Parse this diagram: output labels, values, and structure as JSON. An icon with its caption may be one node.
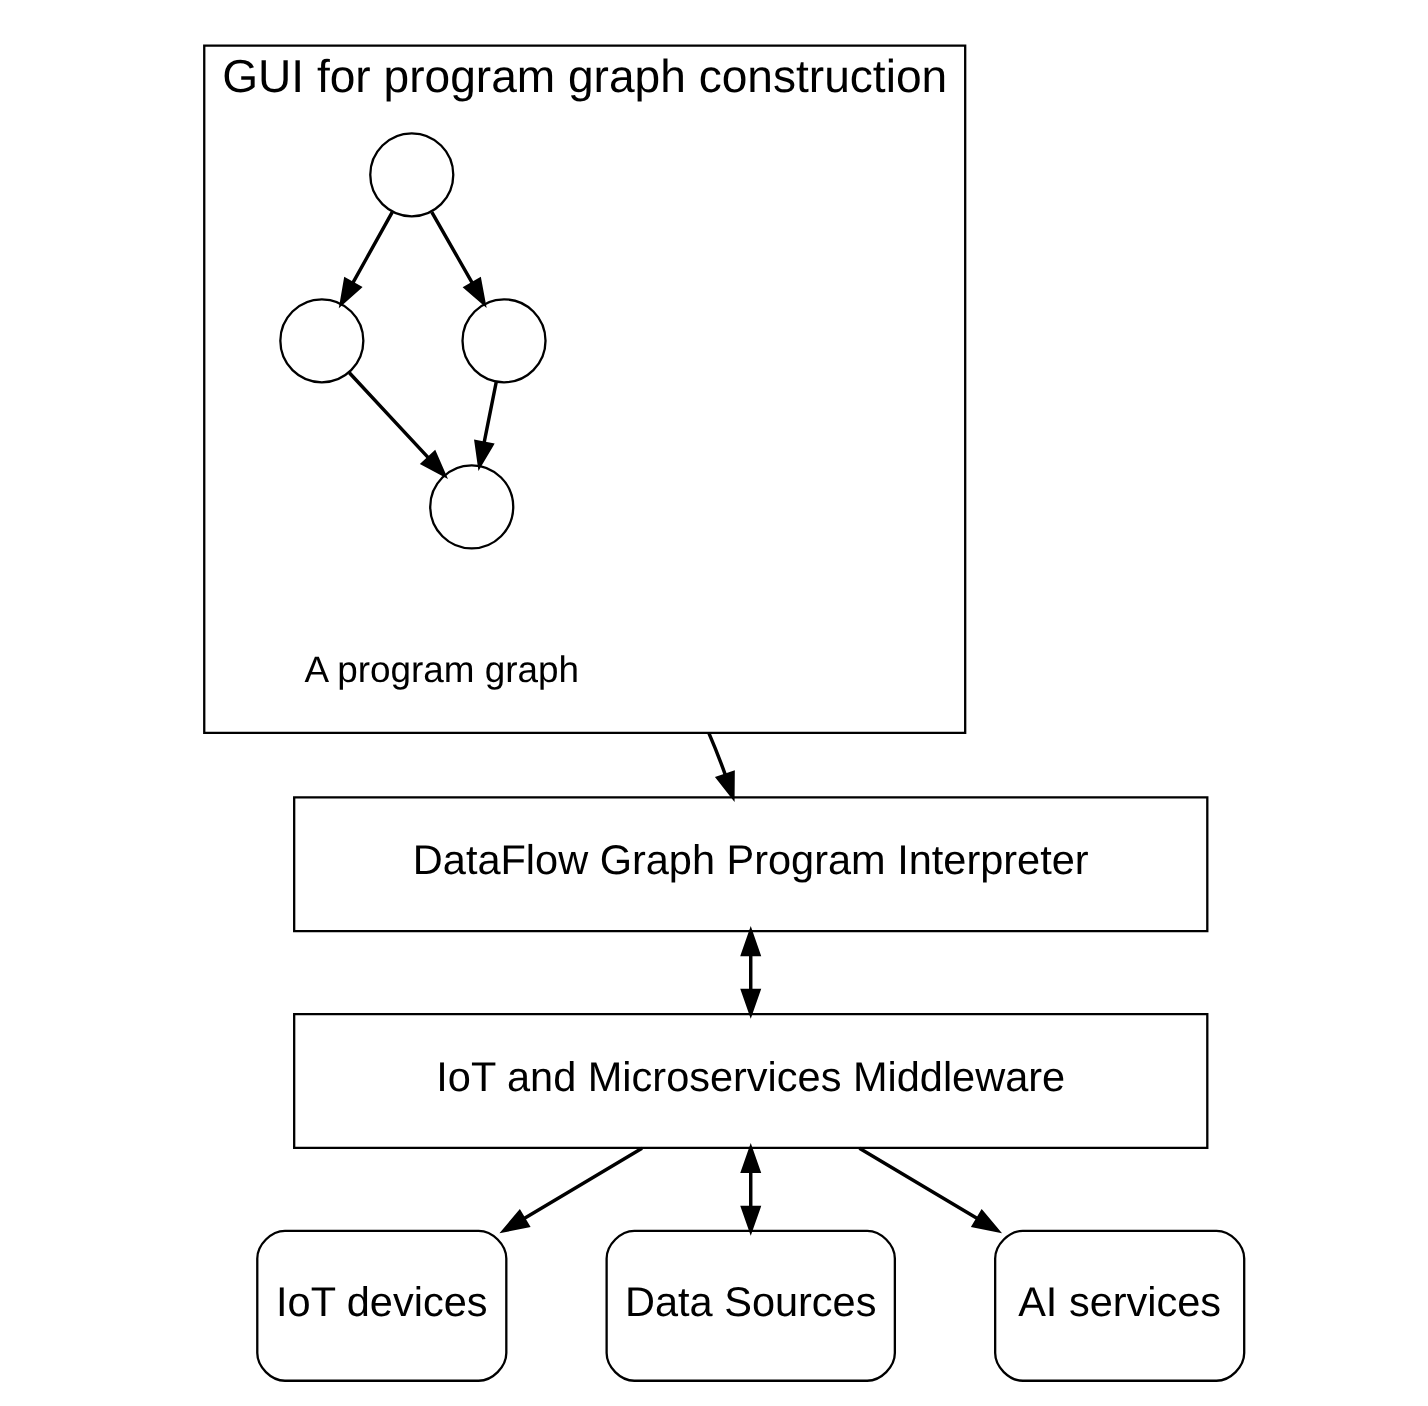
{
  "diagram": {
    "nodes": [
      {
        "text": [
          "GUI for program graph construction"
        ]
      },
      {
        "text": [],
        "shape": "circle",
        "in": 0
      },
      {
        "text": [],
        "shape": "circle",
        "in": 0
      },
      {
        "text": [],
        "shape": "circle",
        "in": 0
      },
      {
        "text": [],
        "shape": "circle",
        "in": 0
      },
      {
        "text": [
          "DataFlow Graph Program Interpreter"
        ]
      },
      {
        "text": [
          "IoT and Microservices Middleware"
        ]
      },
      {
        "text": [
          "IoT devices"
        ]
      },
      {
        "text": [
          "Data Sources"
        ]
      },
      {
        "text": [
          "AI services"
        ]
      }
    ],
    "edges": [
      {
        "from": 1,
        "to": 2,
        "arrow": "to"
      },
      {
        "from": 1,
        "to": 3,
        "arrow": "to"
      },
      {
        "from": 2,
        "to": 4,
        "arrow": "to"
      },
      {
        "from": 3,
        "to": 4,
        "arrow": "to"
      },
      {
        "from": 0,
        "to": 5,
        "arrow": "to"
      },
      {
        "from": 5,
        "to": 6,
        "arrow": "both"
      },
      {
        "from": 6,
        "to": 7,
        "arrow": "to"
      },
      {
        "from": 6,
        "to": 8,
        "arrow": "both"
      },
      {
        "from": 6,
        "to": 9,
        "arrow": "to"
      }
    ],
    "labels": [
      "A program graph"
    ]
  }
}
